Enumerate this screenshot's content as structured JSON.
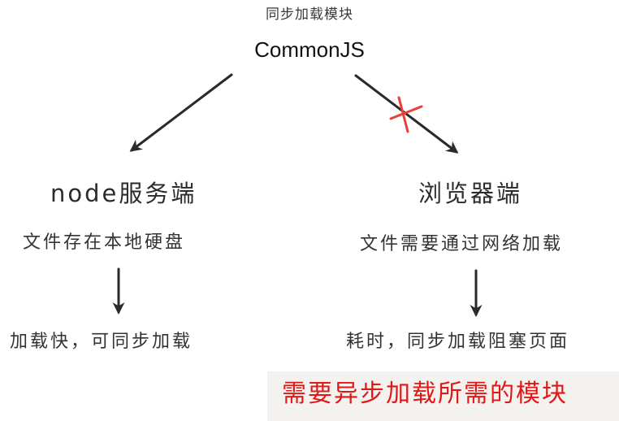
{
  "top": {
    "caption": "同步加载模块",
    "title": "CommonJS"
  },
  "left_branch": {
    "title": "node服务端",
    "description": "文件存在本地硬盘",
    "result": "加载快，可同步加载"
  },
  "right_branch": {
    "title": "浏览器端",
    "description": "文件需要通过网络加载",
    "result": "耗时，同步加载阻塞页面"
  },
  "conclusion": "需要异步加载所需的模块",
  "colors": {
    "ink": "#2a2a2a",
    "cross": "#e8403a",
    "conclusion_text": "#e01818",
    "conclusion_bg": "#f4f2ee"
  },
  "icons": {
    "cross_mark": "x-mark-icon",
    "arrow": "arrow-icon"
  }
}
